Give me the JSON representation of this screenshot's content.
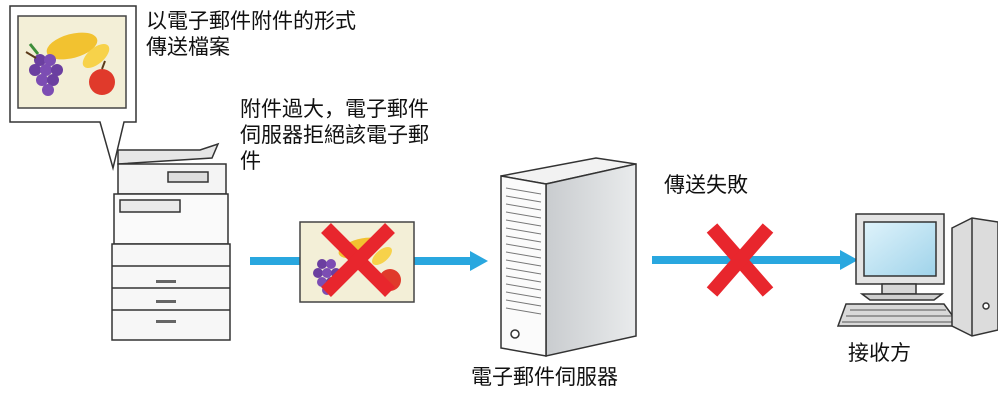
{
  "labels": {
    "bubble": "以電子郵件附件的形式\n傳送檔案",
    "reject": "附件過大，電子郵件\n伺服器拒絕該電子郵\n件",
    "fail": "傳送失敗",
    "server": "電子郵件伺服器",
    "recipient": "接收方"
  },
  "icons": {
    "mfp": "multifunction-printer-icon",
    "server": "server-tower-icon",
    "pc": "desktop-computer-icon",
    "file": "image-file-icon",
    "cross": "red-cross-icon"
  },
  "colors": {
    "arrow": "#29a7df",
    "cross": "#e8262d"
  }
}
